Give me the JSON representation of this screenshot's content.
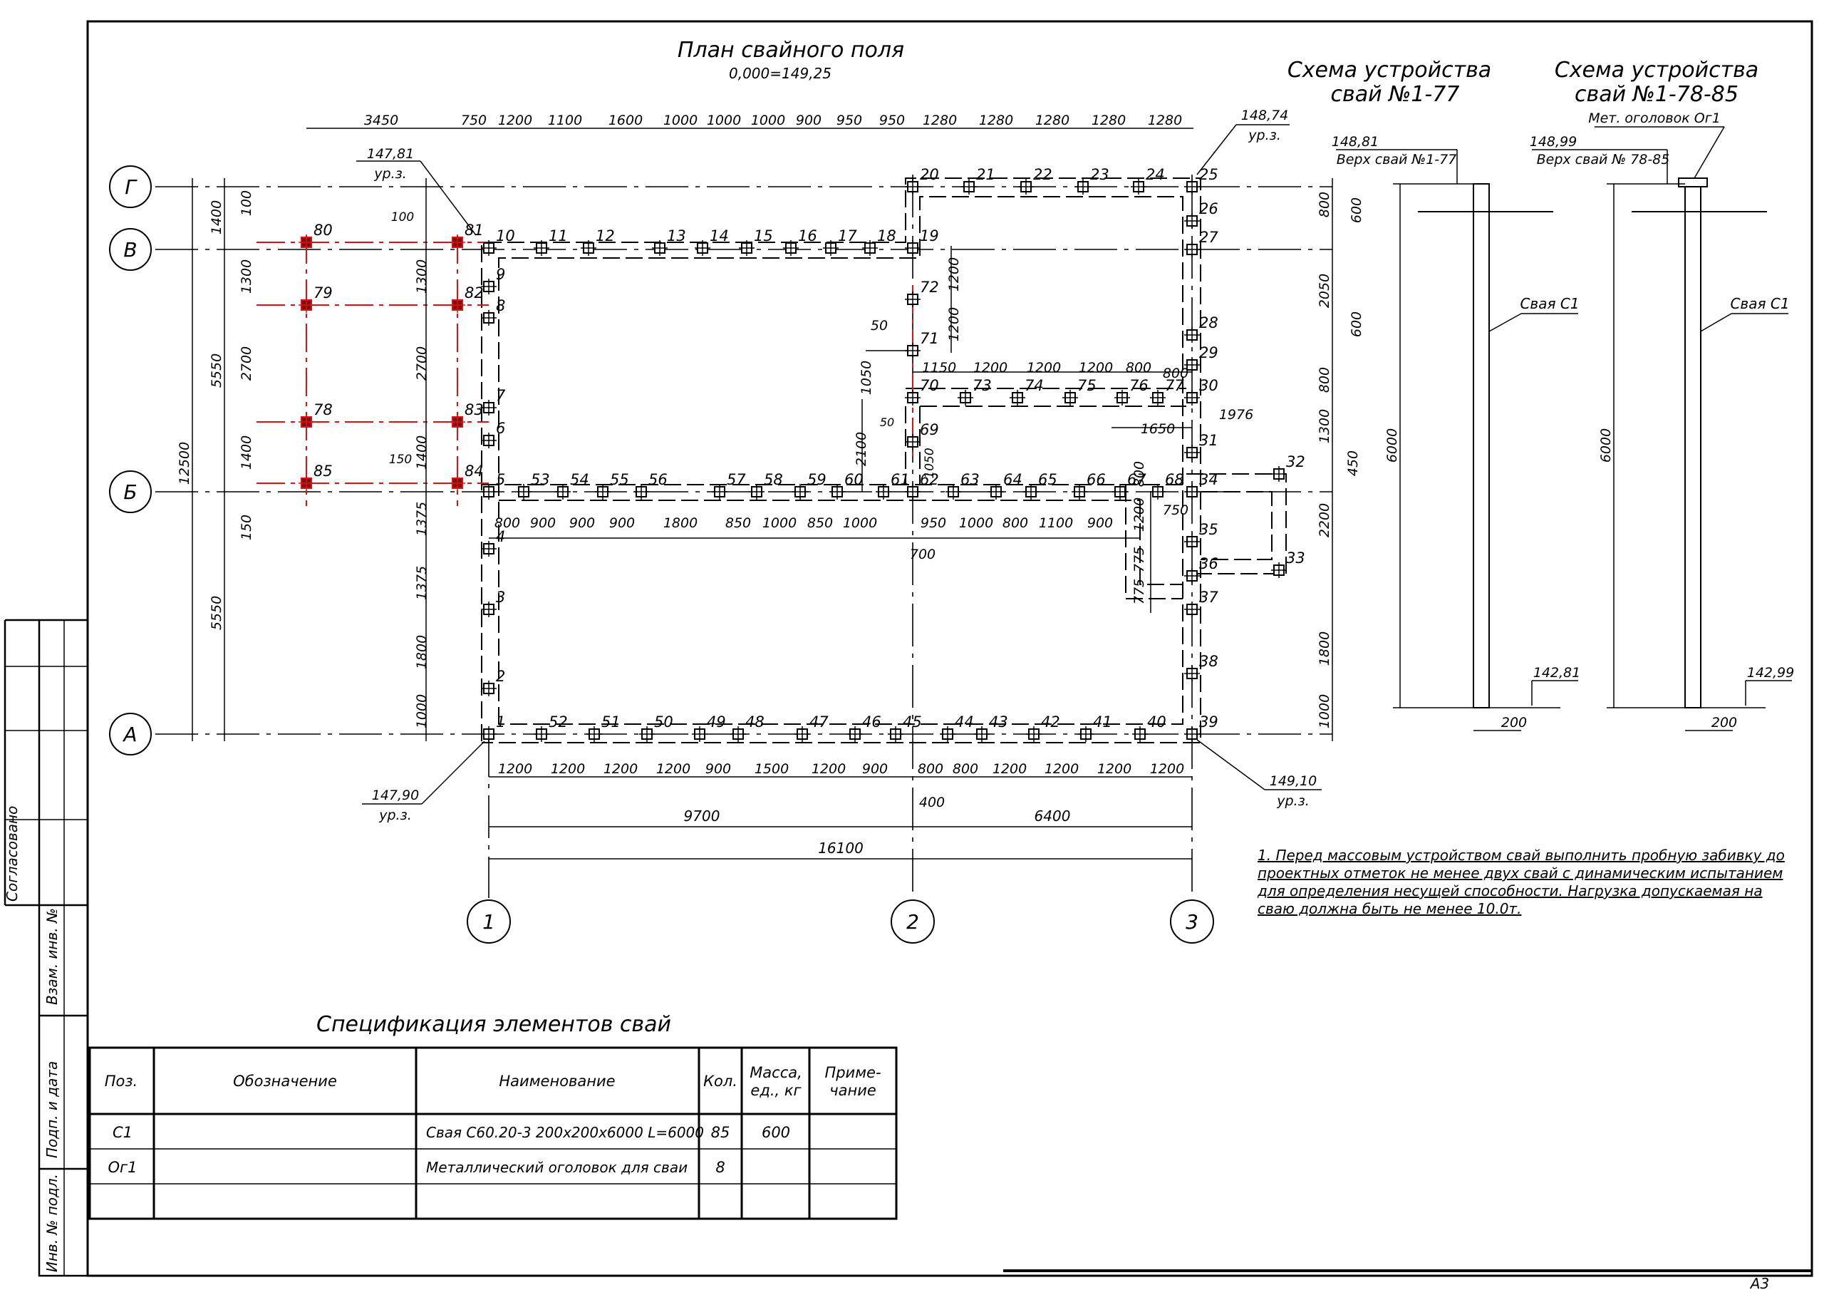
{
  "plan": {
    "title": "План свайного поля",
    "subtitle": "0,000=149,25",
    "grid_rows": [
      "Г",
      "В",
      "Б",
      "А"
    ],
    "grid_cols": [
      "1",
      "2",
      "3"
    ],
    "elev_tl": {
      "value": "147,81",
      "label": "ур.з."
    },
    "elev_tr": {
      "value": "148,74",
      "label": "ур.з."
    },
    "elev_bl": {
      "value": "147,90",
      "label": "ур.з."
    },
    "elev_br": {
      "value": "149,10",
      "label": "ур.з."
    },
    "top_dims": [
      "3450",
      "750",
      "1200",
      "1100",
      "1600",
      "1000",
      "1000",
      "1000",
      "900",
      "950",
      "950",
      "1280",
      "1280",
      "1280",
      "1280",
      "1280"
    ],
    "bottom_dims": [
      "1200",
      "1200",
      "1200",
      "1200",
      "900",
      "1500",
      "1200",
      "900",
      "800",
      "800",
      "1200",
      "1200",
      "1200",
      "1200"
    ],
    "mid_dims_b": [
      "800",
      "900",
      "900",
      "900",
      "1800",
      "850",
      "1000",
      "850",
      "1000",
      "950",
      "1000",
      "800",
      "1100",
      "900"
    ],
    "mid_dims_upper": [
      "1150",
      "1200",
      "1200",
      "1200",
      "800",
      "800"
    ],
    "total_dims": [
      "9700",
      "6400",
      "16100"
    ],
    "left_dims_outer": [
      "12500"
    ],
    "left_dims_mid": [
      "5550",
      "5550"
    ],
    "left_dims_inner": [
      "1400",
      "100",
      "1300",
      "2700",
      "1400",
      "150"
    ],
    "left_dims_near": [
      "1300",
      "2700",
      "1400",
      "1375",
      "1375",
      "1800",
      "1000"
    ],
    "right_dims": [
      "800",
      "2050",
      "800",
      "1300",
      "450",
      "2200",
      "1800",
      "1000"
    ],
    "right_dims_small": [
      "600",
      "600"
    ],
    "misc_dims": [
      "50",
      "1050",
      "1200",
      "1200",
      "2100",
      "50",
      "1050",
      "700",
      "400",
      "1976",
      "1650",
      "750",
      "1200",
      "775",
      "775",
      "800",
      "100",
      "150"
    ],
    "pile_labels": [
      "1",
      "2",
      "3",
      "4",
      "5",
      "6",
      "7",
      "8",
      "9",
      "10",
      "11",
      "12",
      "13",
      "14",
      "15",
      "16",
      "17",
      "18",
      "19",
      "20",
      "21",
      "22",
      "23",
      "24",
      "25",
      "26",
      "27",
      "28",
      "29",
      "30",
      "31",
      "32",
      "33",
      "34",
      "35",
      "36",
      "37",
      "38",
      "39",
      "40",
      "41",
      "42",
      "43",
      "44",
      "45",
      "46",
      "47",
      "48",
      "49",
      "50",
      "51",
      "52",
      "53",
      "54",
      "55",
      "56",
      "57",
      "58",
      "59",
      "60",
      "61",
      "62",
      "63",
      "64",
      "65",
      "66",
      "67",
      "68",
      "69",
      "70",
      "71",
      "72",
      "73",
      "74",
      "75",
      "76",
      "77",
      "78",
      "79",
      "80",
      "81",
      "82",
      "83",
      "84",
      "85"
    ]
  },
  "scheme1": {
    "title_line1": "Схема устройства",
    "title_line2": "свай №1-77",
    "top_elev": "148,81",
    "top_label": "Верх свай №1-77",
    "pile_label": "Свая С1",
    "length": "6000",
    "bottom_elev": "142,81",
    "width": "200"
  },
  "scheme2": {
    "title_line1": "Схема устройства",
    "title_line2": "свай №1-78-85",
    "head_label": "Мет. оголовок Ог1",
    "top_elev": "148,99",
    "top_label": "Верх свай № 78-85",
    "pile_label": "Свая С1",
    "length": "6000",
    "bottom_elev": "142,99",
    "width": "200"
  },
  "note": {
    "line1": "1. Перед массовым устройством свай выполнить пробную забивку до",
    "line2": "проектных отметок не менее двух свай с динамическим испытанием",
    "line3": "для определения несущей способности. Нагрузка допускаемая на",
    "line4": "сваю должна быть не менее 10.0т."
  },
  "spec": {
    "title": "Спецификация элементов свай",
    "headers": {
      "pos": "Поз.",
      "designation": "Обозначение",
      "name": "Наименование",
      "qty": "Кол.",
      "mass_1": "Масса,",
      "mass_2": "ед., кг",
      "note_1": "Приме-",
      "note_2": "чание"
    },
    "rows": [
      {
        "pos": "С1",
        "designation": "",
        "name": "Свая С60.20-3 200х200х6000 L=6000",
        "qty": "85",
        "mass": "600",
        "note": ""
      },
      {
        "pos": "Ог1",
        "designation": "",
        "name": "Металлический оголовок для сваи",
        "qty": "8",
        "mass": "",
        "note": ""
      }
    ]
  },
  "side_stamp": [
    "Согласовано",
    "Взам. инв. №",
    "Подп. и дата",
    "Инв. № подл."
  ],
  "format": "А3"
}
